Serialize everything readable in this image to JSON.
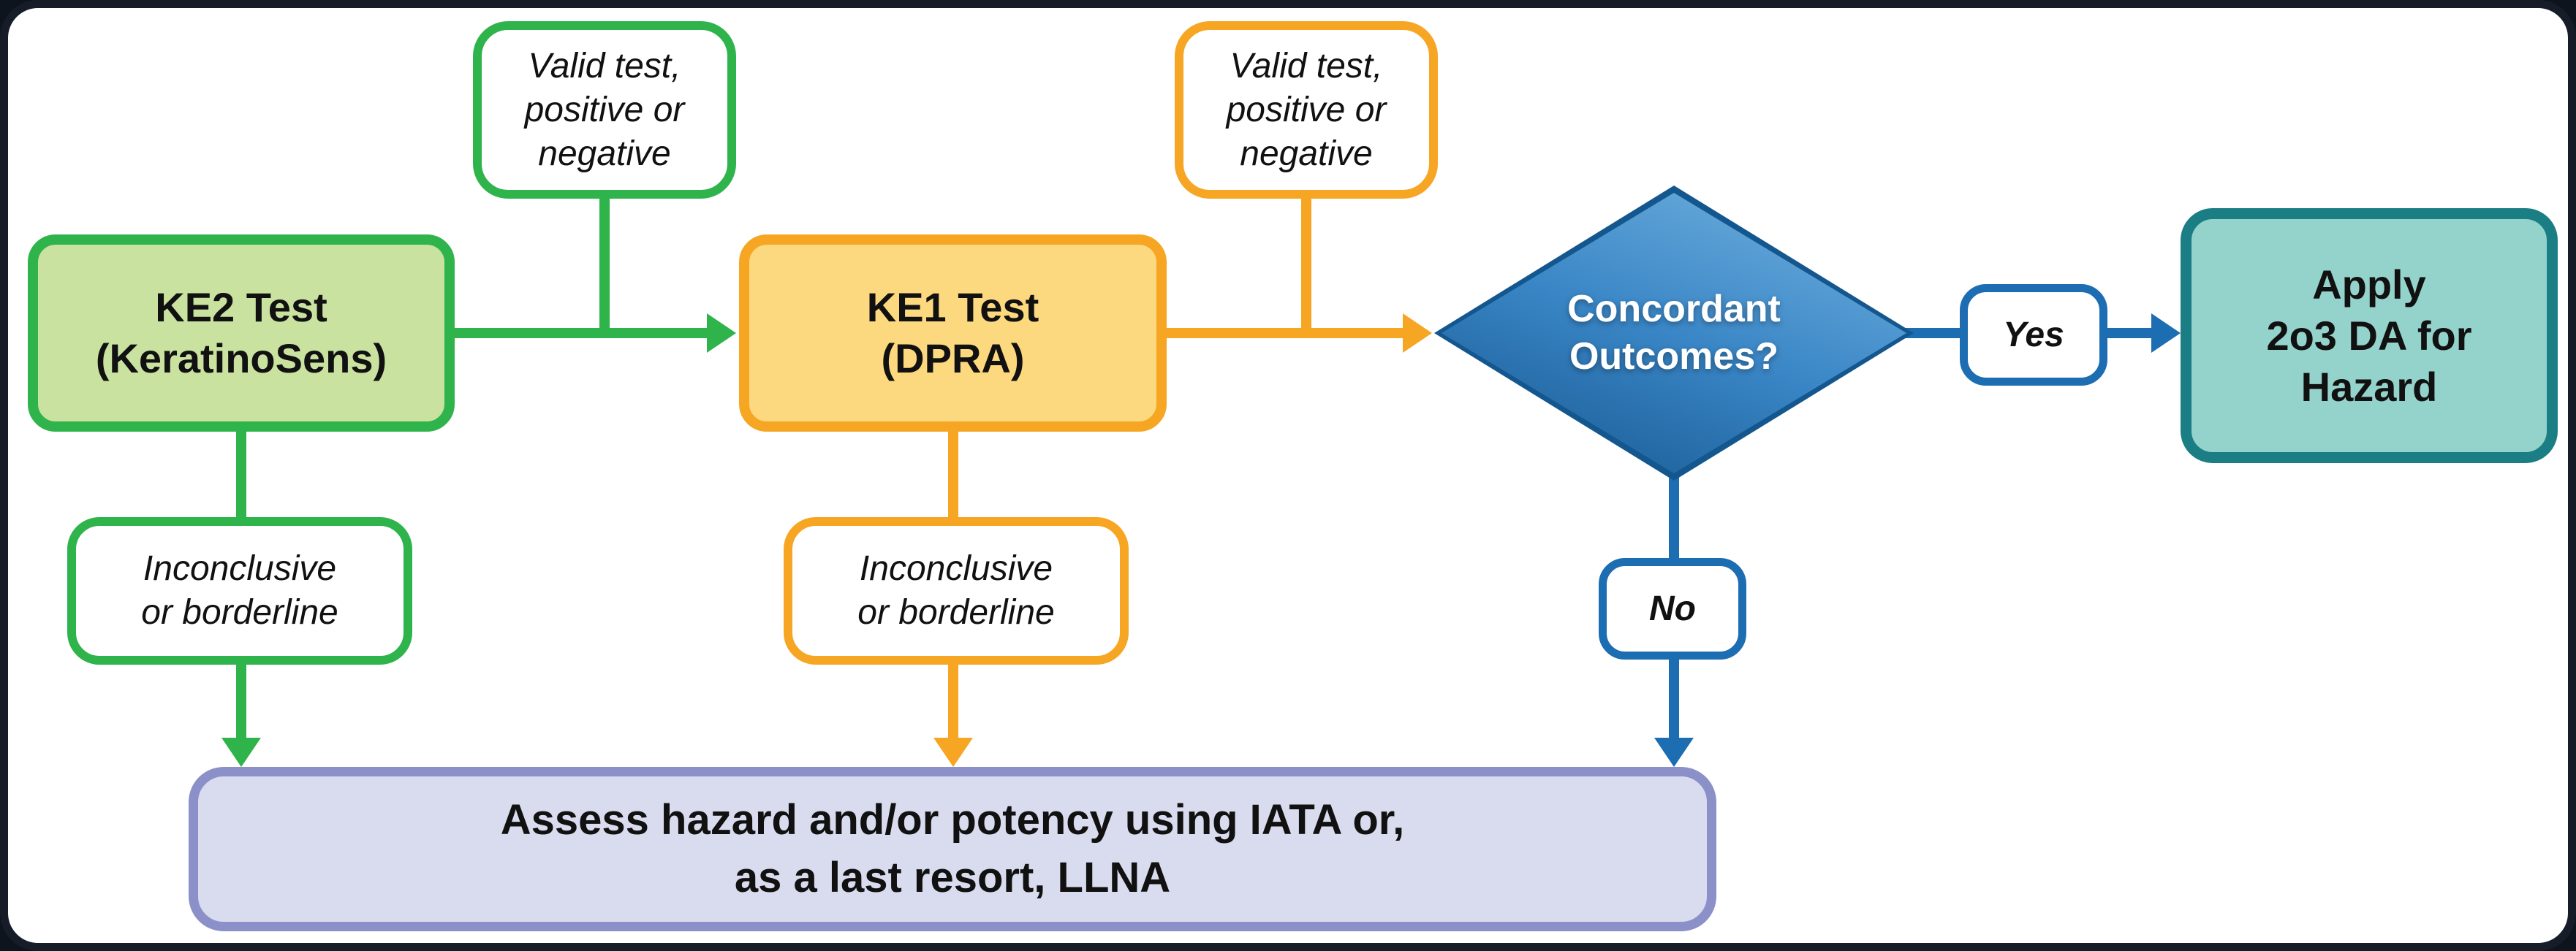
{
  "colors": {
    "green": "#2fb34b",
    "green_fill": "#c9e2a0",
    "orange": "#f6a623",
    "orange_fill": "#fcd87e",
    "blue": "#1d6db3",
    "diamond_dark": "#14568e",
    "diamond_mid": "#3a86c6",
    "diamond_light": "#6fb0de",
    "teal": "#1c7e85",
    "teal_fill": "#94d3cb",
    "purple": "#8b90c9",
    "purple_fill": "#d9dcee",
    "frame": "#161d28",
    "bg": "#0e141d",
    "text": "#111111"
  },
  "nodes": {
    "ke2": {
      "label": "KE2 Test\n(KeratinoSens)"
    },
    "valid_ke2": {
      "label": "Valid test,\npositive or\nnegative"
    },
    "ke1": {
      "label": "KE1 Test\n(DPRA)"
    },
    "valid_ke1": {
      "label": "Valid test,\npositive or\nnegative"
    },
    "inconclusive_ke2": {
      "label": "Inconclusive\nor borderline"
    },
    "inconclusive_ke1": {
      "label": "Inconclusive\nor borderline"
    },
    "decision": {
      "label": "Concordant\nOutcomes?"
    },
    "yes": {
      "label": "Yes"
    },
    "no": {
      "label": "No"
    },
    "apply": {
      "label": "Apply\n2o3 DA for\nHazard"
    },
    "assess": {
      "label": "Assess hazard and/or potency using IATA or,\nas a last resort, LLNA"
    }
  }
}
